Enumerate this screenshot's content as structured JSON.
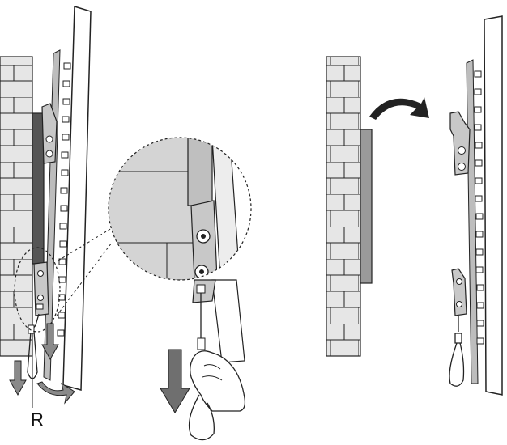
{
  "labels": {
    "callout_r": "R"
  },
  "colors": {
    "line": "#222222",
    "wall_fill": "#e6e6e6",
    "bracket_fill": "#c8c8c8",
    "plate_fill": "#9a9a9a",
    "magnifier_bg": "#d9d9d9",
    "tv_fill": "#ffffff",
    "arrow_fill": "#7a7a7a",
    "dark_arrow_fill": "#555555"
  },
  "panels": [
    {
      "name": "left-step",
      "description_visible": false
    },
    {
      "name": "right-step",
      "description_visible": false
    }
  ]
}
